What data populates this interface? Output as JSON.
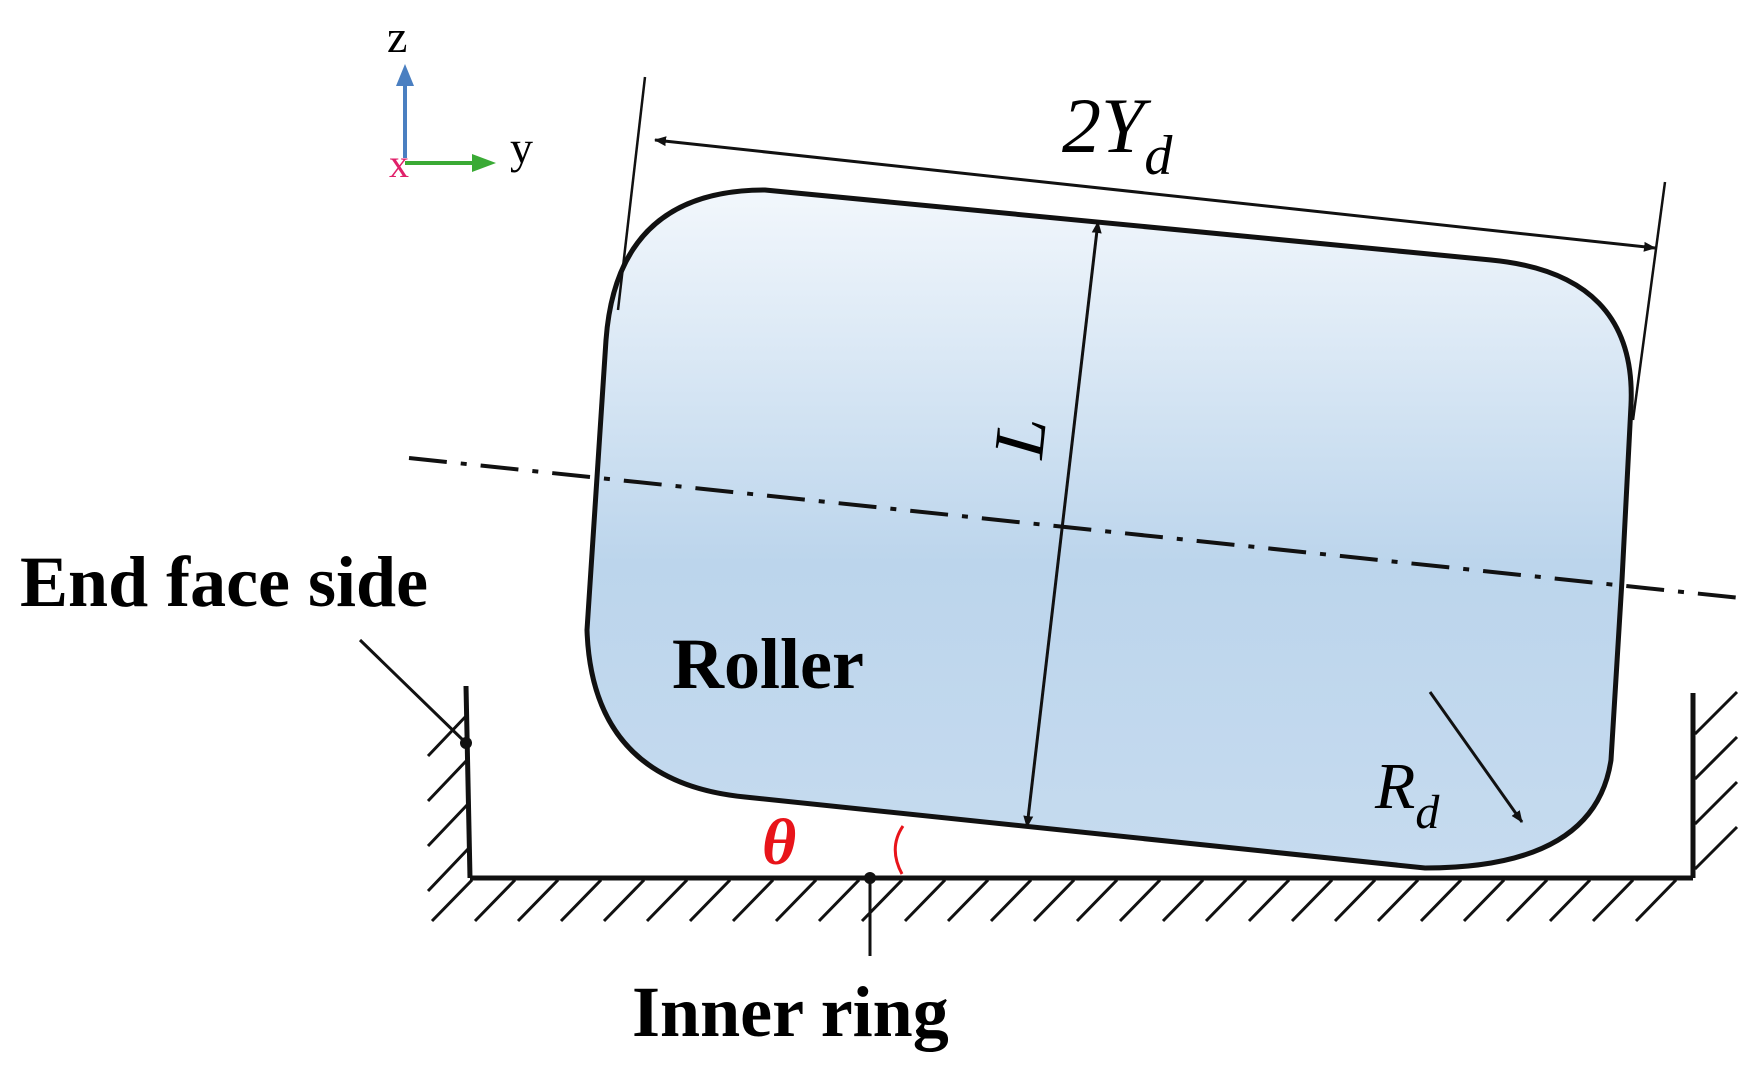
{
  "axes_triad": {
    "z_label": "z",
    "y_label": "y",
    "x_label": "x",
    "colors": {
      "z": "#4a7fc1",
      "y": "#3aaa35",
      "x": "#e0206a"
    }
  },
  "labels": {
    "width_symbol": "2Y",
    "width_subscript": "d",
    "length_symbol": "L",
    "radius_symbol": "R",
    "radius_subscript": "d",
    "angle_symbol": "θ",
    "roller": "Roller",
    "end_face_side": "End face side",
    "inner_ring": "Inner ring"
  },
  "colors": {
    "outline": "#111111",
    "angle": "#e8141a",
    "fill_top": "#f2f7fc",
    "fill_mid": "#bcd5ec",
    "fill_bottom": "#c6dbef"
  }
}
